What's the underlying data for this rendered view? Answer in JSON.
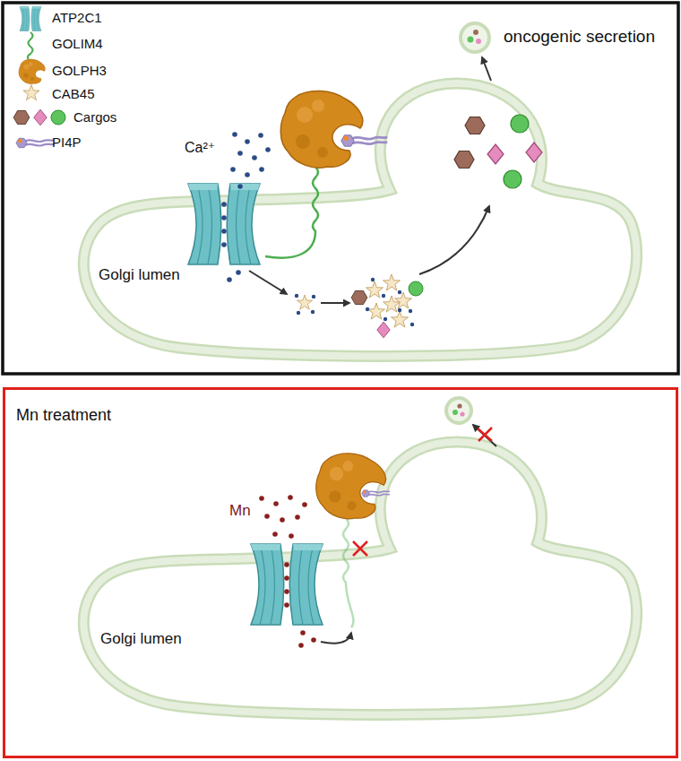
{
  "diagram": {
    "nodes": [
      {
        "text": [
          "Golgi lumen"
        ]
      },
      {
        "text": [
          "Mn treatment"
        ]
      },
      {
        "text": [
          "Golgi lumen"
        ],
        "in": 1
      }
    ],
    "labels": [
      "oncogenic secretion",
      "Ca²⁺",
      "Mn"
    ],
    "legend": [
      {
        "text": "ATP2C1"
      },
      {
        "text": "GOLIM4"
      },
      {
        "text": "GOLPH3"
      },
      {
        "text": "CAB45"
      },
      {
        "text": "Cargos"
      },
      {
        "text": "PI4P"
      }
    ]
  }
}
